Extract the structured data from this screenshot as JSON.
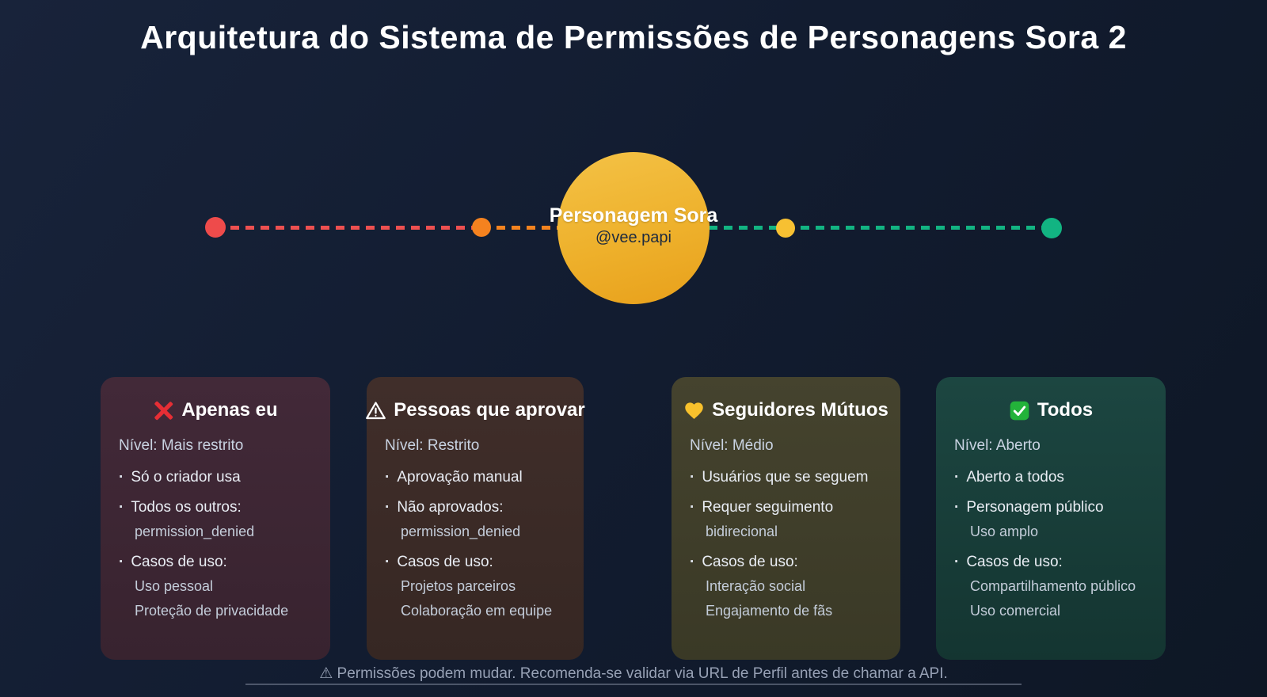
{
  "title": "Arquitetura do Sistema de Permissões de Personagens Sora 2",
  "hub": {
    "name": "Personagem Sora",
    "handle": "@vee.papi",
    "circle_color_top": "#f4c246",
    "circle_color_bottom": "#e8a01b"
  },
  "timeline": {
    "dots": [
      {
        "name": "dot-apenas-eu",
        "color": "#ee4b4b"
      },
      {
        "name": "dot-pessoas-aprovadas",
        "color": "#f5821f"
      },
      {
        "name": "dot-seguidores-mutuos",
        "color": "#f7c032"
      },
      {
        "name": "dot-todos",
        "color": "#12b482"
      }
    ],
    "segments": [
      {
        "color": "#ee5050"
      },
      {
        "color": "#f5831f"
      },
      {
        "color": "#12b482"
      },
      {
        "color": "#12b482"
      }
    ]
  },
  "cards": [
    {
      "icon": "cross-mark-icon",
      "title": "Apenas eu",
      "level": "Nível: Mais restrito",
      "accent": "#ee4b4b",
      "items": [
        {
          "text": "Só o criador usa",
          "subs": []
        },
        {
          "text": "Todos os outros:",
          "subs": [
            "permission_denied"
          ]
        },
        {
          "text": "Casos de uso:",
          "subs": [
            "Uso pessoal",
            "Proteção de privacidade"
          ]
        }
      ]
    },
    {
      "icon": "warning-icon",
      "title": "Pessoas que aprovar",
      "level": "Nível: Restrito",
      "accent": "#f5821f",
      "items": [
        {
          "text": "Aprovação manual",
          "subs": []
        },
        {
          "text": "Não aprovados:",
          "subs": [
            "permission_denied"
          ]
        },
        {
          "text": "Casos de uso:",
          "subs": [
            "Projetos parceiros",
            "Colaboração em equipe"
          ]
        }
      ]
    },
    {
      "icon": "yellow-heart-icon",
      "title": "Seguidores Mútuos",
      "level": "Nível: Médio",
      "accent": "#f7c032",
      "items": [
        {
          "text": "Usuários que se seguem",
          "subs": []
        },
        {
          "text": "Requer seguimento",
          "subs": [
            "bidirecional"
          ]
        },
        {
          "text": "Casos de uso:",
          "subs": [
            "Interação social",
            "Engajamento de fãs"
          ]
        }
      ]
    },
    {
      "icon": "check-mark-icon",
      "title": "Todos",
      "level": "Nível: Aberto",
      "accent": "#12b482",
      "items": [
        {
          "text": "Aberto a todos",
          "subs": []
        },
        {
          "text": "Personagem público",
          "subs": [
            "Uso amplo"
          ]
        },
        {
          "text": "Casos de uso:",
          "subs": [
            "Compartilhamento público",
            "Uso comercial"
          ]
        }
      ]
    }
  ],
  "footer": {
    "note": "⚠ Permissões podem mudar. Recomenda-se validar via URL de Perfil antes de chamar a API."
  }
}
